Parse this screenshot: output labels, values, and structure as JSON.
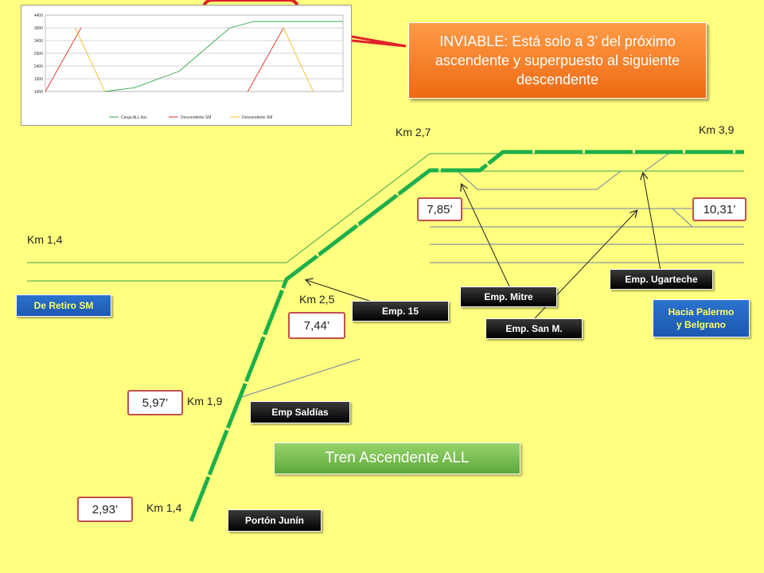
{
  "callout": {
    "text": "INVIABLE: Está solo a 3’ del próximo ascendente y superpuesto al siguiente descendente"
  },
  "title": "Tren Ascendente ALL",
  "km_labels": {
    "km14_top": "Km 1,4",
    "km27": "Km 2,7",
    "km39": "Km 3,9",
    "km25": "Km 2,5",
    "km19": "Km 1,9",
    "km14_bottom": "Km 1,4"
  },
  "times": {
    "t785": "7,85’",
    "t1031": "10,31’",
    "t744": "7,44’",
    "t597": "5,97’",
    "t293": "2,93’"
  },
  "boxes": {
    "de_retiro": "De Retiro SM",
    "emp15": "Emp. 15",
    "emp_mitre": "Emp. Mitre",
    "emp_san_m": "Emp. San M.",
    "emp_ugarteche": "Emp. Ugarteche",
    "hacia_line1": "Hacia Palermo",
    "hacia_line2": "y Belgrano",
    "emp_saldias": "Emp Saldías",
    "porton_junin": "Portón Junín"
  },
  "colors": {
    "background": "#ffff80",
    "train_path": "#1db04a",
    "track": "#2ea84a",
    "callout": "#f47b20",
    "highlight": "#e0202a",
    "time_border": "#c0504d"
  },
  "chart_data": {
    "type": "line",
    "y_ticks": [
      "1400",
      "1900",
      "2400",
      "2900",
      "3400",
      "3900",
      "4400"
    ],
    "ylim": [
      1400,
      4400
    ],
    "legend": [
      "Carga ALL Asc",
      "Descendente SM",
      "Descendente SM"
    ],
    "series": [
      {
        "name": "Carga ALL Asc",
        "color": "#2ea84a",
        "points": [
          [
            0.2,
            1400
          ],
          [
            0.3,
            1550
          ],
          [
            0.45,
            2200
          ],
          [
            0.55,
            3200
          ],
          [
            0.62,
            3900
          ],
          [
            0.7,
            4150
          ],
          [
            1.0,
            4150
          ]
        ]
      },
      {
        "name": "Descendente SM",
        "color": "#e03030",
        "points": [
          [
            0.0,
            1400
          ],
          [
            0.12,
            3900
          ]
        ]
      },
      {
        "name": "Descendente SM",
        "color": "#e03030",
        "points": [
          [
            0.68,
            1400
          ],
          [
            0.8,
            3900
          ]
        ]
      },
      {
        "name": "Descendente SM",
        "color": "#f0c020",
        "points": [
          [
            0.1,
            3900
          ],
          [
            0.2,
            1400
          ]
        ]
      },
      {
        "name": "Descendente SM",
        "color": "#f0c020",
        "points": [
          [
            0.8,
            3900
          ],
          [
            0.9,
            1400
          ]
        ]
      }
    ]
  }
}
